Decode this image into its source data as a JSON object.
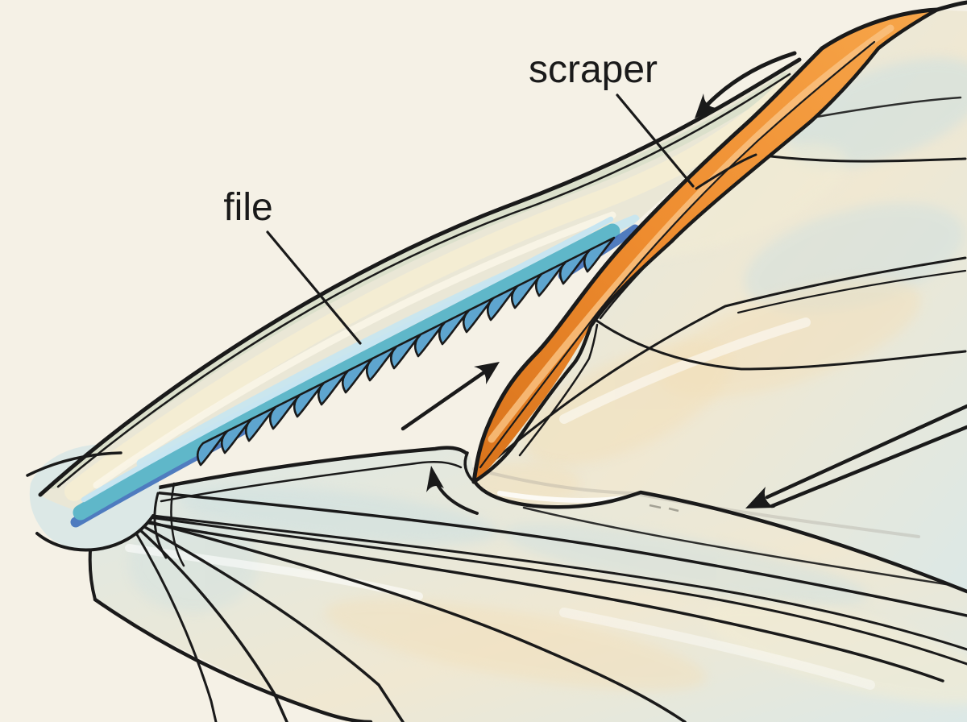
{
  "labels": {
    "file": "file",
    "scraper": "scraper"
  },
  "icons": {
    "arrows": [
      {
        "name": "scraper-motion-arrow",
        "direction": "down-left"
      },
      {
        "name": "file-motion-arrow",
        "direction": "up-right"
      },
      {
        "name": "wing-lift-arrow",
        "direction": "up"
      },
      {
        "name": "wing-closing-arrow",
        "direction": "down-left"
      }
    ],
    "leader_lines": [
      {
        "name": "file-leader-line",
        "points_to": "file"
      },
      {
        "name": "scraper-leader-line",
        "points_to": "scraper"
      }
    ]
  },
  "colors": {
    "background": "#f5f1e6",
    "ink": "#1a1a1a",
    "scraper_orange": "#ee8c2f",
    "scraper_orange_dark": "#d9731b",
    "scraper_highlight": "#f9c180",
    "file_teal": "#5fb7c9",
    "file_tooth_blue": "#5ea5cf",
    "file_dark_blue": "#3e6fba",
    "file_light_blue": "#c7e5f1",
    "membrane_cream": "#eae7d6",
    "membrane_blue": "#dce8e6",
    "membrane_warm": "#f0e8d2",
    "wash_peach": "#f2e0bb",
    "wash_blue": "#cfe0e0",
    "wash_sage": "#dbe0cb",
    "wash_cream": "#f4edd3"
  }
}
